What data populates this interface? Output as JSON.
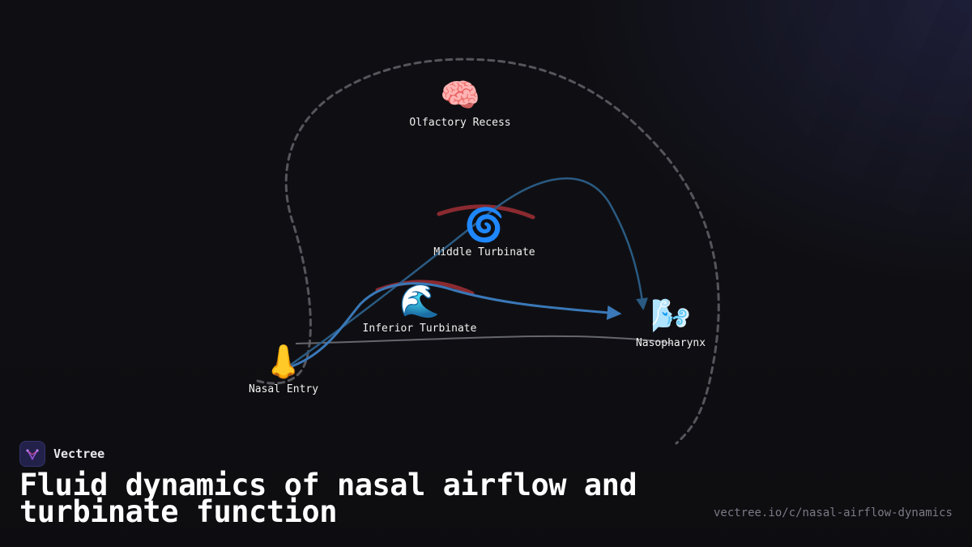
{
  "diagram": {
    "nodes": [
      {
        "id": "olfactory",
        "emoji": "🧠",
        "label": "Olfactory Recess"
      },
      {
        "id": "middle",
        "emoji": "🌀",
        "label": "Middle Turbinate"
      },
      {
        "id": "inferior",
        "emoji": "🌊",
        "label": "Inferior Turbinate"
      },
      {
        "id": "nasopharynx",
        "emoji": "🌬️",
        "label": "Nasopharynx"
      },
      {
        "id": "entry",
        "emoji": "👃",
        "label": "Nasal Entry"
      }
    ],
    "colors": {
      "boundary": "#55555c",
      "flow_main": "#3a78b8",
      "flow_upper": "#2a5a82",
      "flow_return": "#66666e",
      "turbinate": "#8a2a30",
      "background": "#0f0f13"
    }
  },
  "brand": {
    "name": "Vectree",
    "icon": "vectree-logo-icon"
  },
  "title": "Fluid dynamics of nasal airflow and turbinate function",
  "url": "vectree.io/c/nasal-airflow-dynamics"
}
